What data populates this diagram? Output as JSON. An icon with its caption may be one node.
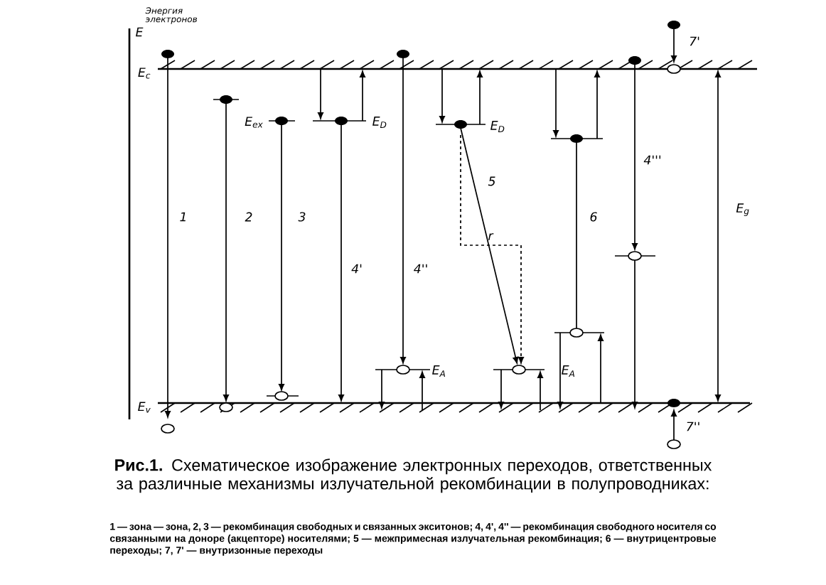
{
  "diagram": {
    "caption": "**Рис.1.** Схематическое изображение электронных переходов, ответственных за различные механизмы излучательной рекомбинации в полупроводниках:",
    "labels": [
      "Энергия электронов",
      "E",
      "E$_{c}$",
      "E$_{ex}$",
      "E$_{D}$",
      "E$_{D}$",
      "1",
      "2",
      "3",
      "5",
      "6",
      "4'''",
      "7'",
      "E$_{g}$",
      "r",
      "4'",
      "4''",
      "E$_{A}$",
      "E$_{A}$",
      "E$_{v}$",
      "7''",
      "1 — зона — зона, 2, 3 — рекомбинация свободных и связанных экситонов; 4, 4', 4'' — рекомбинация свободного носителя со связанными на доноре (акцепторе) носителями; 5 — межпримесная излучательная рекомбинация; 6 — внутрицентровые переходы; 7, 7' — внутризонные переходы"
    ]
  }
}
